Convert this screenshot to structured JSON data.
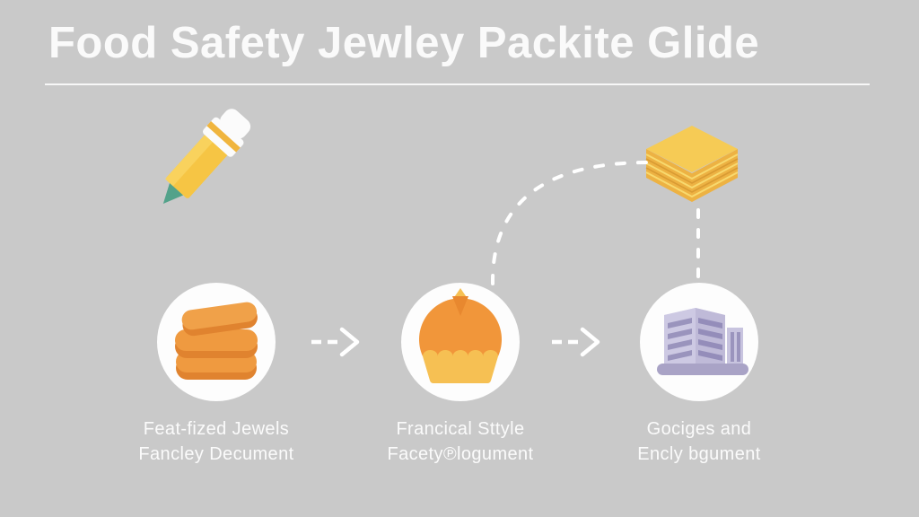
{
  "title": "Food Safety Jewley Packite Glide",
  "decorations": {
    "top_left_icon": "pencil",
    "top_right_icon": "paper-stack"
  },
  "steps": [
    {
      "icon": "coin-stack",
      "line1": "Feat-fized Jewels",
      "line2": "Fancley Decument"
    },
    {
      "icon": "cupcake",
      "line1": "Francical Sttyle",
      "line2": "Facety℗logument"
    },
    {
      "icon": "building",
      "line1": "Gociges and",
      "line2": "Encly bgument"
    }
  ],
  "colors": {
    "background": "#c9c9c9",
    "text": "#fcfcfc",
    "circle_bg": "#fdfdfd",
    "pencil_yellow": "#f6c544",
    "pencil_tip_teal": "#53a28a",
    "paper_yellow": "#f6cb55",
    "coin_orange": "#ef9a40",
    "coin_orange_dark": "#e0832f",
    "cupcake_dome": "#f1963a",
    "cupcake_wrapper": "#f6c053",
    "building_lavender": "#cdc9e3",
    "building_stripe": "#9a94bd",
    "dash_white": "#ffffff"
  }
}
